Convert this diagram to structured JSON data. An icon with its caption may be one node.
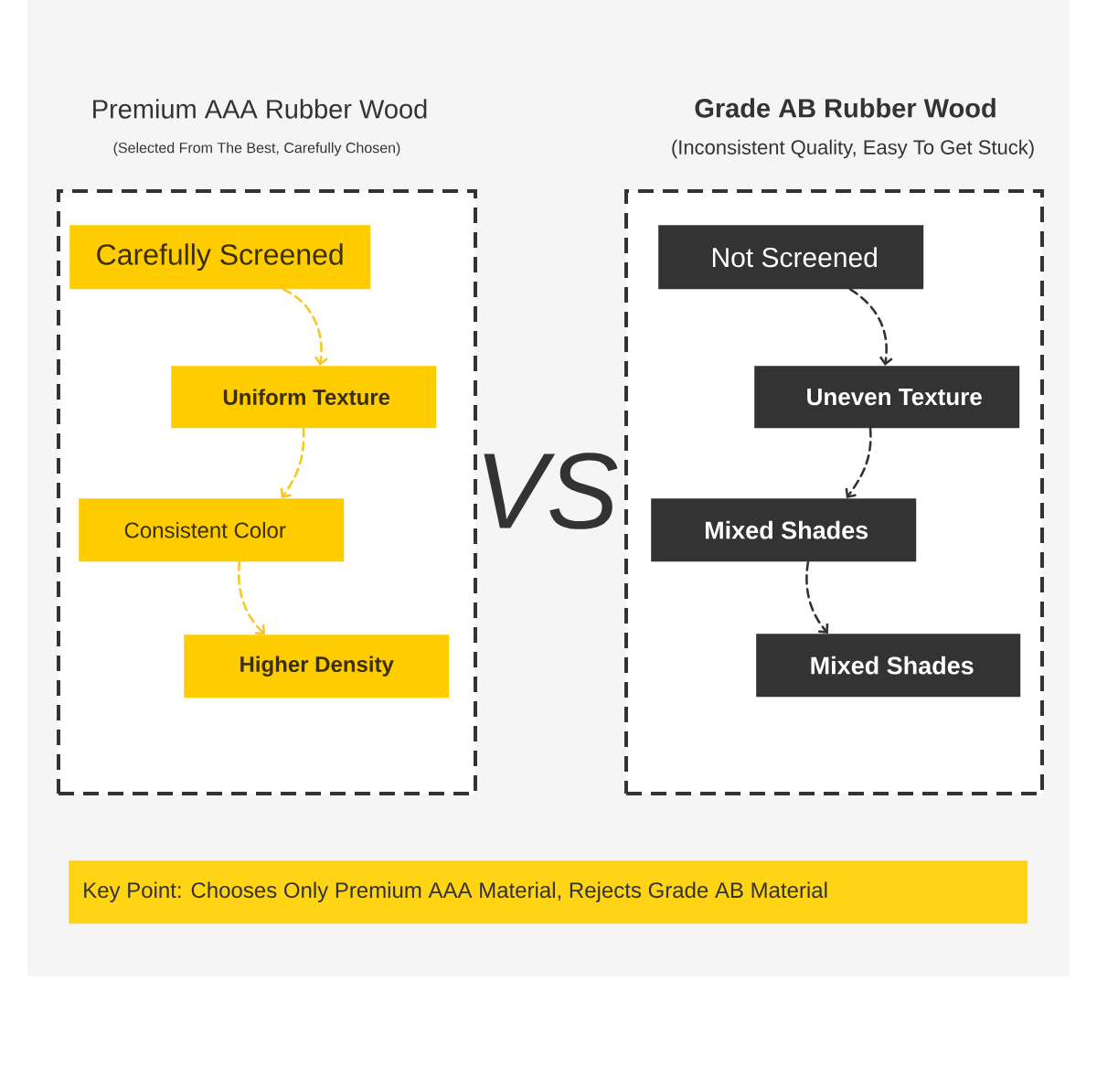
{
  "diagram": {
    "nodes": [
      {
        "text": [
          "Premium AAA Rubber Wood",
          "(Selected From The Best, Carefully Chosen)"
        ]
      },
      {
        "text": [
          "Carefully Screened"
        ],
        "in": 0
      },
      {
        "text": [
          "Uniform Texture"
        ],
        "in": 0
      },
      {
        "text": [
          "Consistent Color"
        ],
        "in": 0
      },
      {
        "text": [
          "Higher Density"
        ],
        "in": 0
      },
      {
        "text": [
          "Grade AB Rubber Wood",
          "(Inconsistent Quality, Easy To Get Stuck)"
        ]
      },
      {
        "text": [
          "Not Screened"
        ],
        "in": 5
      },
      {
        "text": [
          "Uneven Texture"
        ],
        "in": 5
      },
      {
        "text": [
          "Mixed Shades"
        ],
        "in": 5
      },
      {
        "text": [
          "Mixed Shades"
        ],
        "in": 5
      },
      {
        "text": [
          "Key Point: Chooses Only Premium AAA Material, Rejects Grade AB Material"
        ]
      }
    ],
    "edges": [
      {
        "from": 1,
        "to": 2,
        "arrow": "to",
        "style": "dashed",
        "color": "#f5c823"
      },
      {
        "from": 2,
        "to": 3,
        "arrow": "to",
        "style": "dashed",
        "color": "#f5c823"
      },
      {
        "from": 3,
        "to": 4,
        "arrow": "to",
        "style": "dashed",
        "color": "#f5c823"
      },
      {
        "from": 6,
        "to": 7,
        "arrow": "to",
        "style": "dashed",
        "color": "#333333"
      },
      {
        "from": 7,
        "to": 8,
        "arrow": "to",
        "style": "dashed",
        "color": "#333333"
      },
      {
        "from": 8,
        "to": 9,
        "arrow": "to",
        "style": "dashed",
        "color": "#333333"
      }
    ],
    "labels": [
      "VS"
    ]
  }
}
